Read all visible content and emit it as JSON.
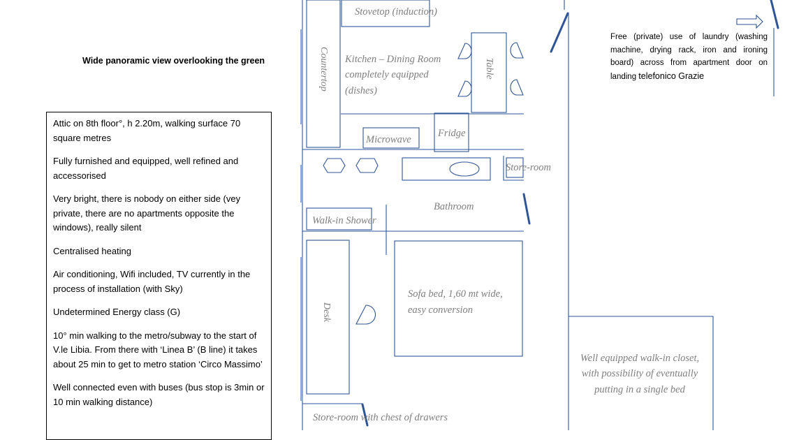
{
  "heading": "Wide panoramic view overlooking the green",
  "info": [
    "Attic on 8th floor°, h 2.20m, walking surface 70 square metres",
    "Fully furnished and equipped, well refined and accessorised",
    "Very bright, there is nobody on either side (vey private, there are no apartments opposite the windows), really silent",
    "Centralised heating",
    "Air conditioning, Wifi included, TV currently in the process of installation (with Sky)",
    "Undetermined Energy class (G)",
    "10° min walking to the metro/subway to the start of V.le Libia. From there with ‘Linea B’ (B line) it takes about 25 min to get to metro station ‘Circo Massimo’",
    "Well connected even with buses (bus stop is 3min or 10 min walking distance)"
  ],
  "laundry": {
    "text": "Free (private) use of laundry (washing machine, drying rack, iron and ironing board) across from apartment door on landing",
    "thanks": "telefonico Grazie"
  },
  "plan": {
    "stovetop": "Stovetop (induction)",
    "countertop": "Countertop",
    "kitchen_line1": "Kitchen – Dining Room",
    "kitchen_line2": "completely equipped",
    "kitchen_line3": "(dishes)",
    "table": "Table",
    "fridge": "Fridge",
    "microwave": "Microwave",
    "store_room": "Store-room",
    "bathroom": "Bathroom",
    "walk_in_shower": "Walk-in Shower",
    "desk": "Desk",
    "sofa_line1": "Sofa bed, 1,60 mt wide,",
    "sofa_line2": "easy conversion",
    "closet_line1": "Well equipped walk-in closet,",
    "closet_line2": "with possibility of eventually",
    "closet_line3": "putting in a single bed",
    "store_room_drawers": "Store-room with chest of drawers"
  },
  "colors": {
    "wall": "#2f5597",
    "window": "#8faadc",
    "label": "#7f7f7f"
  }
}
